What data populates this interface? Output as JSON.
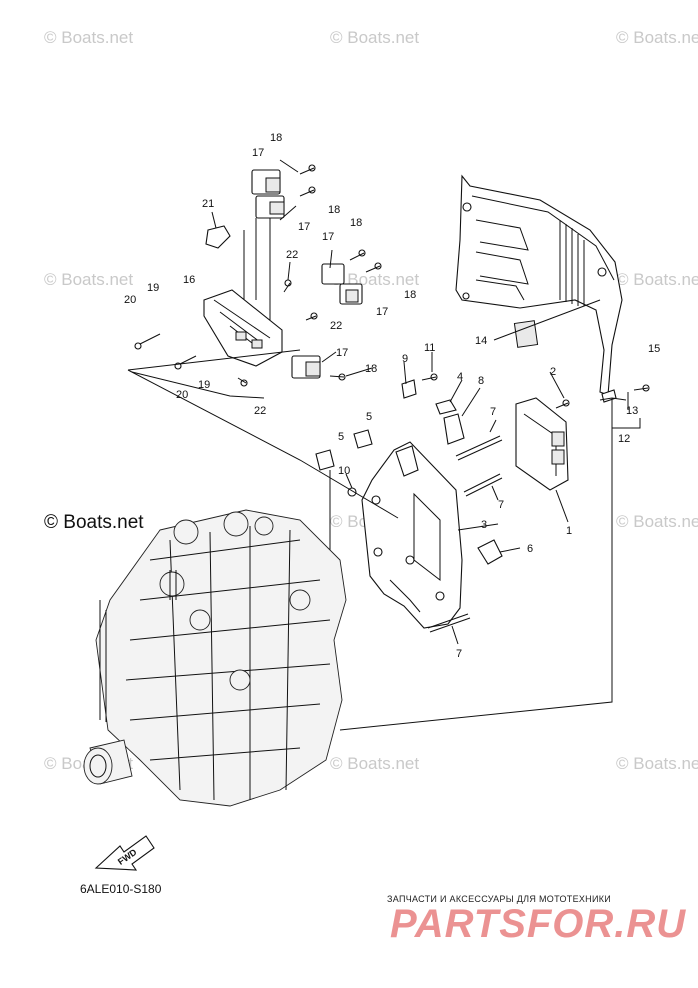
{
  "watermarks": [
    "© Boats.net",
    "© Boats.net",
    "© Boats.net",
    "© Boats.net",
    "© Boats.net",
    "© Boats.net",
    "© Boats.net",
    "© Boats.net",
    "© Boats.net",
    "© Boats.net",
    "© Boats.net"
  ],
  "watermark_main": "© Boats.net",
  "part_labels": [
    "1",
    "2",
    "3",
    "4",
    "5",
    "5",
    "6",
    "7",
    "7",
    "7",
    "8",
    "9",
    "10",
    "11",
    "12",
    "13",
    "14",
    "15",
    "16",
    "17",
    "17",
    "17",
    "17",
    "17",
    "18",
    "18",
    "18",
    "18",
    "18",
    "19",
    "19",
    "20",
    "20",
    "21",
    "22",
    "22",
    "22"
  ],
  "diagram_code": "6ALE010-S180",
  "fwd_label": "FWD",
  "brand_tagline": "ЗАПЧАСТИ И АКСЕССУАРЫ ДЛЯ МОТОТЕХНИКИ",
  "brand_name": "PARTSFOR.RU"
}
